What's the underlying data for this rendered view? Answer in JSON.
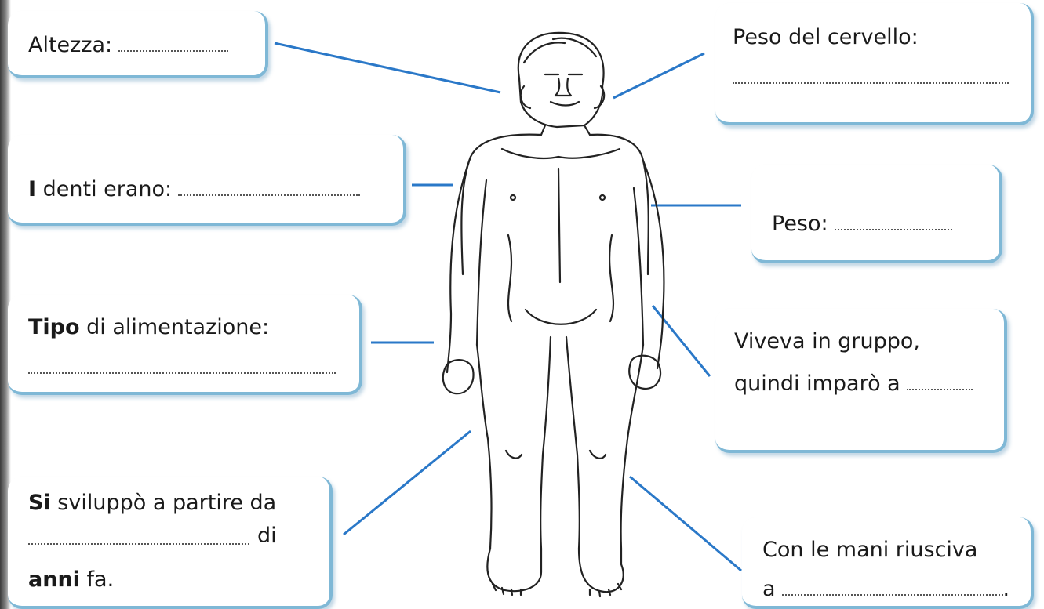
{
  "labels": {
    "altezza": "Altezza:",
    "denti": "denti erano:",
    "denti_initial": "I",
    "alimentazione": "di alimentazione:",
    "alimentazione_initial": "Tipo",
    "sviluppo_line1_initial": "Si",
    "sviluppo_line1": "sviluppò a partire da",
    "sviluppo_line2": "di",
    "sviluppo_line3_initial": "anni",
    "sviluppo_line3": "fa.",
    "peso_cervello": "Peso del cervello:",
    "peso": "Peso:",
    "gruppo_line1": "Viveva in gruppo,",
    "gruppo_line2": "quindi imparò a",
    "mani_line1": "Con le mani riusciva",
    "mani_line2": "a",
    "mani_end": "."
  },
  "colors": {
    "box_border": "#7fb8d6",
    "connector": "#2a78c8",
    "figure_stroke": "#222222"
  },
  "figure": {
    "subject": "hominid-full-body-line-drawing"
  }
}
